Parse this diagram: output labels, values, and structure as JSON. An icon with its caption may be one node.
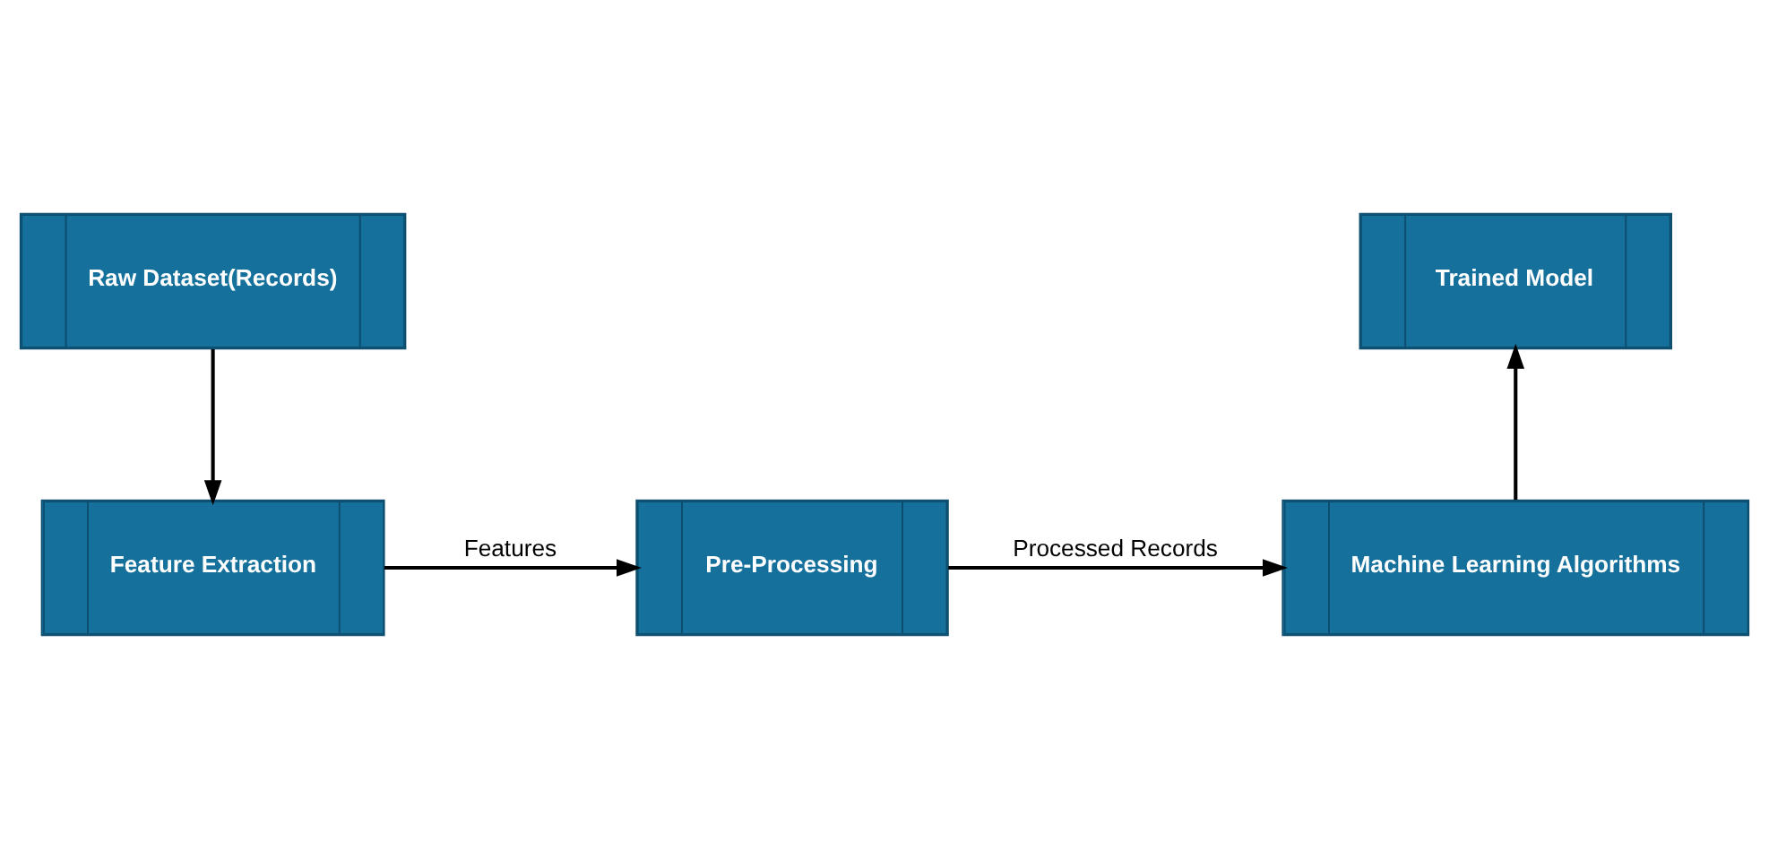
{
  "diagram": {
    "nodes": [
      {
        "text": [
          "Raw Dataset(Records)"
        ]
      },
      {
        "text": [
          "Feature Extraction"
        ]
      },
      {
        "text": [
          "Pre-Processing"
        ]
      },
      {
        "text": [
          "Machine Learning Algorithms"
        ]
      },
      {
        "text": [
          "Trained Model"
        ]
      }
    ],
    "edges": [
      {
        "from": 0,
        "to": 1,
        "arrow": "to"
      },
      {
        "from": 1,
        "to": 2,
        "arrow": "to",
        "label": "Features"
      },
      {
        "from": 2,
        "to": 3,
        "arrow": "to",
        "label": "Processed Records"
      },
      {
        "from": 3,
        "to": 4,
        "arrow": "to"
      }
    ]
  }
}
